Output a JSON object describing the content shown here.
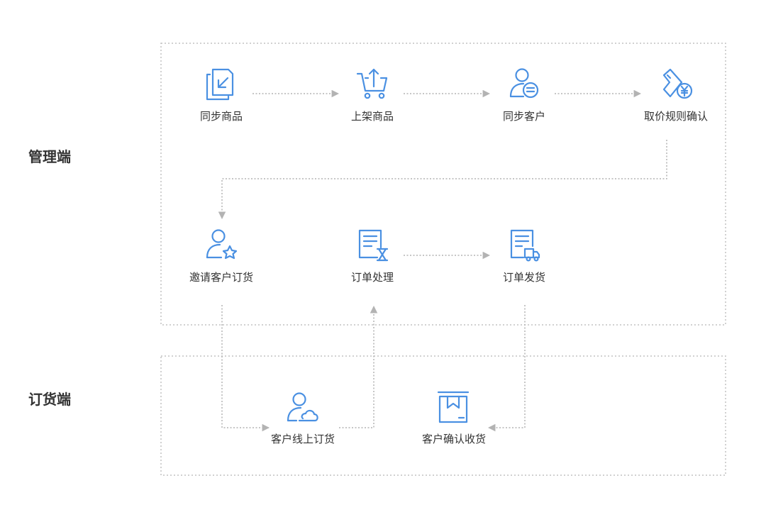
{
  "colors": {
    "icon": "#4a90e2",
    "connector": "#b3b3b3",
    "zone_border": "#c2c2c2",
    "text": "#333333"
  },
  "zones": [
    {
      "label": "管理端"
    },
    {
      "label": "订货端"
    }
  ],
  "nodes": [
    {
      "label": "同步商品",
      "icon": "document-sync-icon"
    },
    {
      "label": "上架商品",
      "icon": "cart-upload-icon"
    },
    {
      "label": "同步客户",
      "icon": "user-sync-icon"
    },
    {
      "label": "取价规则确认",
      "icon": "price-tag-yen-icon"
    },
    {
      "label": "邀请客户订货",
      "icon": "user-star-icon"
    },
    {
      "label": "订单处理",
      "icon": "document-hourglass-icon"
    },
    {
      "label": "订单发货",
      "icon": "document-truck-icon"
    },
    {
      "label": "客户线上订货",
      "icon": "user-cloud-icon"
    },
    {
      "label": "客户确认收货",
      "icon": "package-box-icon"
    }
  ]
}
